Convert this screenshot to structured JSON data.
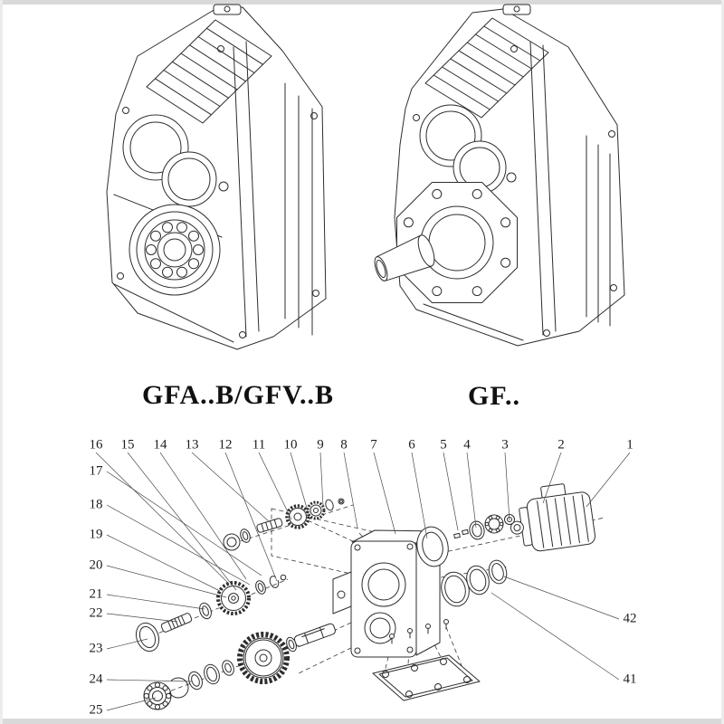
{
  "drawing": {
    "line_color": "#2d2d2d",
    "background": "#ffffff"
  },
  "models": {
    "left_label": "GFA..B/GFV..B",
    "right_label": "GF.."
  },
  "exploded_view": {
    "top_row_labels": [
      "16",
      "15",
      "14",
      "13",
      "12",
      "11",
      "10",
      "9",
      "8",
      "7",
      "6",
      "5",
      "4",
      "3",
      "2",
      "1"
    ],
    "left_column_labels": [
      "17",
      "18",
      "19",
      "20",
      "21",
      "22",
      "23",
      "24",
      "25"
    ],
    "right_column_labels": [
      "42",
      "41"
    ]
  }
}
